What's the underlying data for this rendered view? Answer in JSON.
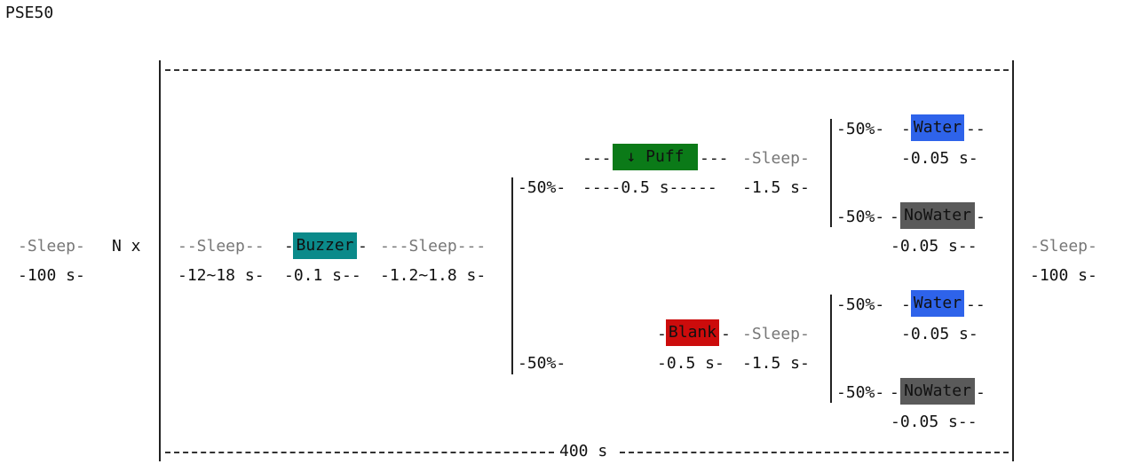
{
  "title": "PSE50",
  "outer": {
    "sleep_label": "-Sleep-",
    "sleep_dur": "-100 s-",
    "repeat": "N x",
    "total": "400 s"
  },
  "trial": {
    "sleep1": "--Sleep--",
    "sleep1_dur": "-12~18 s-",
    "buzzer": "Buzzer",
    "buzzer_dur": "-0.1 s--",
    "sleep2": "---Sleep---",
    "sleep2_dur": "-1.2~1.8 s-"
  },
  "branch_top": {
    "pct": "-50%-",
    "stim": "↓ Puff",
    "stim_dur": "----0.5 s-----",
    "sleep": "-Sleep-",
    "sleep_dur": "-1.5 s-",
    "water_pct": "-50%-",
    "water": "Water",
    "water_dur": "-0.05 s-",
    "nowater_pct": "-50%-",
    "nowater": "NoWater",
    "nowater_dur": "-0.05 s--"
  },
  "branch_bottom": {
    "pct": "-50%-",
    "stim": "Blank",
    "stim_dur": "-0.5 s-",
    "sleep": "-Sleep-",
    "sleep_dur": "-1.5 s-",
    "water_pct": "-50%-",
    "water": "Water",
    "water_dur": "-0.05 s-",
    "nowater_pct": "-50%-",
    "nowater": "NoWater",
    "nowater_dur": "-0.05 s--"
  },
  "colors": {
    "water": "#2e63ea",
    "puff": "#0b7a18",
    "buzzer": "#0b8a8a",
    "blank": "#cc0c0c",
    "nowater": "#5a5a5a"
  }
}
